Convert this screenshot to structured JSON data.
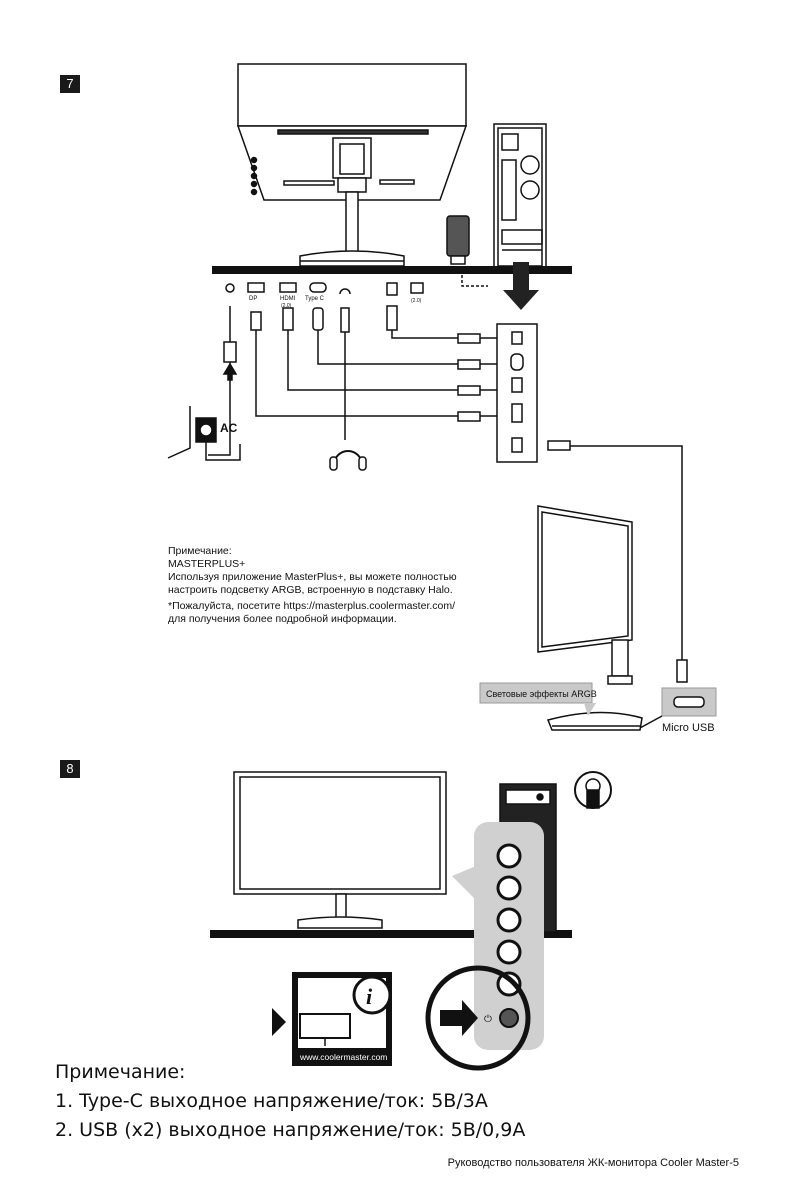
{
  "steps": {
    "step7": "7",
    "step8": "8"
  },
  "ports": {
    "dp": "DP",
    "hdmi": "HDMI",
    "hdmi_sub": "(2.0)",
    "type_c": "Type C",
    "usb_sub": "(2.0)",
    "ac": "AC"
  },
  "note7": {
    "heading": "Примечание:",
    "brand": "MASTERPLUS+",
    "line1": "Используя приложение MasterPlus+, вы можете полностью",
    "line2": "настроить подсветку ARGB, встроенную в подставку Halo.",
    "line3": "*Пожалуйста, посетите https://masterplus.coolermaster.com/",
    "line4": "для получения более подробной информации."
  },
  "argb_label": "Световые эффекты ARGB",
  "micro_usb_label": "Micro USB",
  "website_label": "www.coolermaster.com",
  "info_icon_text": "i",
  "bottom_notes": {
    "heading": "Примечание:",
    "item1": "1. Type-C выходное напряжение/ток: 5В/3А",
    "item2": "2. USB (x2) выходное напряжение/ток: 5В/0,9А"
  },
  "footer": "Руководство пользователя ЖК-монитора Cooler Master-5"
}
